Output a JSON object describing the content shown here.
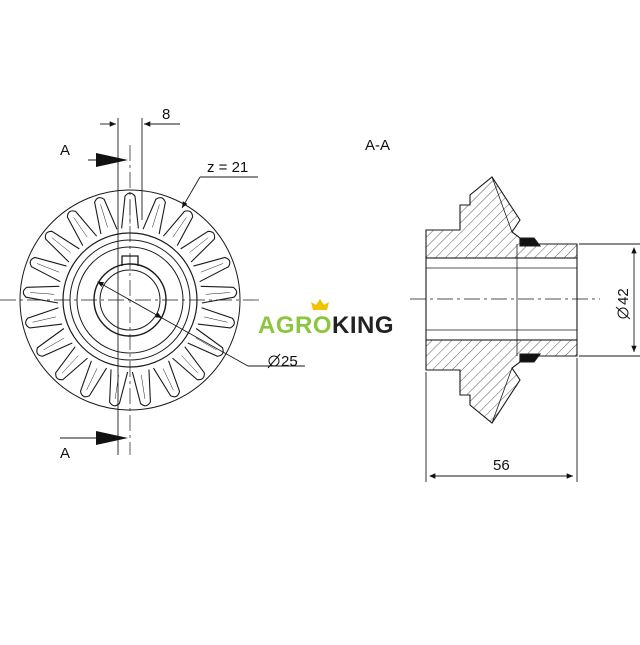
{
  "front_view": {
    "dim_width": "8",
    "teeth": "z = 21",
    "bore_dia": "25",
    "section_mark_top": "A",
    "section_mark_bottom": "A"
  },
  "section_view": {
    "title": "A-A",
    "outer_dia": "42",
    "length": "56"
  },
  "brand": {
    "part1": "AGRO",
    "part2": "KING",
    "color_green": "#8cc63f",
    "color_dark": "#222222",
    "crown_color": "#f2c200"
  },
  "colors": {
    "line": "#1a1a1a",
    "hatch": "#333333"
  }
}
